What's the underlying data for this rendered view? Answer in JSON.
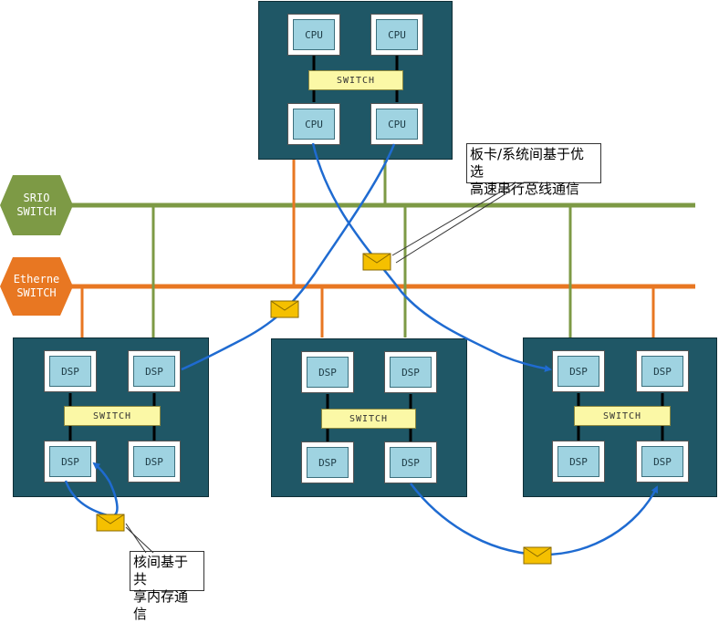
{
  "colors": {
    "board": "#1f5766",
    "srio": "#7d9a45",
    "ethernet": "#e87722",
    "link": "#1f6bd1",
    "switch_fill": "#fbf8a6",
    "chip_core": "#9fd3e1",
    "envelope": "#f5c000"
  },
  "srio_switch": {
    "line1": "SRIO",
    "line2": "SWITCH"
  },
  "ethernet_switch": {
    "line1": "Etherne",
    "line2": "SWITCH"
  },
  "cpu_board": {
    "chips": [
      "CPU",
      "CPU",
      "CPU",
      "CPU"
    ],
    "switch_label": "SWITCH"
  },
  "dsp_board_left": {
    "chips": [
      "DSP",
      "DSP",
      "DSP",
      "DSP"
    ],
    "switch_label": "SWITCH"
  },
  "dsp_board_middle": {
    "chips": [
      "DSP",
      "DSP",
      "DSP",
      "DSP"
    ],
    "switch_label": "SWITCH"
  },
  "dsp_board_right": {
    "chips": [
      "DSP",
      "DSP",
      "DSP",
      "DSP"
    ],
    "switch_label": "SWITCH"
  },
  "callouts": {
    "inter_board": {
      "line1": "板卡/系统间基于优选",
      "line2": "高速串行总线通信"
    },
    "inter_core": {
      "line1": "核间基于共",
      "line2": "享内存通信"
    }
  },
  "icons": [
    "envelope-icon",
    "hexagon-icon"
  ]
}
